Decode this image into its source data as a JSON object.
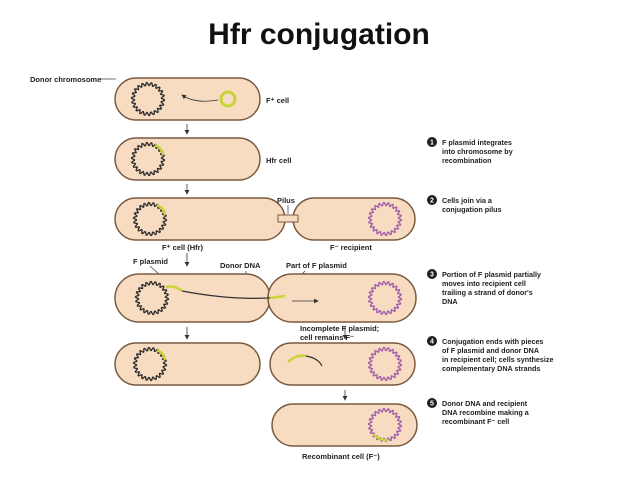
{
  "title": "Hfr conjugation",
  "labels": {
    "donor_chromosome": "Donor chromosome",
    "f_plus_cell": "F⁺ cell",
    "hfr_cell": "Hfr cell",
    "pilus": "Pilus",
    "f_plus_cell_hfr": "F⁺ cell (Hfr)",
    "f_minus_recipient": "F⁻ recipient",
    "f_plasmid": "F plasmid",
    "donor_dna": "Donor DNA",
    "part_of_f_plasmid": "Part of F plasmid",
    "incomplete_line1": "Incomplete F plasmid;",
    "incomplete_line2": "cell remains F⁻",
    "recombinant_cell": "Recombinant cell (F⁻)"
  },
  "steps": [
    {
      "number": "1",
      "lines": [
        "F plasmid integrates",
        "into chromosome by",
        "recombination"
      ]
    },
    {
      "number": "2",
      "lines": [
        "Cells join via a",
        "conjugation pilus"
      ]
    },
    {
      "number": "3",
      "lines": [
        "Portion of F plasmid partially",
        "moves into recipient cell",
        "trailing a strand of donor's",
        "DNA"
      ]
    },
    {
      "number": "4",
      "lines": [
        "Conjugation ends with pieces",
        "of F plasmid and donor DNA",
        "in recipient cell; cells synthesize",
        "complementary DNA strands"
      ]
    },
    {
      "number": "5",
      "lines": [
        "Donor DNA and recipient",
        "DNA recombine making a",
        "recombinant F⁻ cell"
      ]
    }
  ],
  "colors": {
    "cell_fill": "#f7dcc2",
    "cell_stroke": "#7a5a40",
    "chromosome": "#2b2b2b",
    "recipient_chromosome": "#a05aa8",
    "plasmid": "#c9d33a",
    "step_bullet": "#1f1f1f"
  }
}
